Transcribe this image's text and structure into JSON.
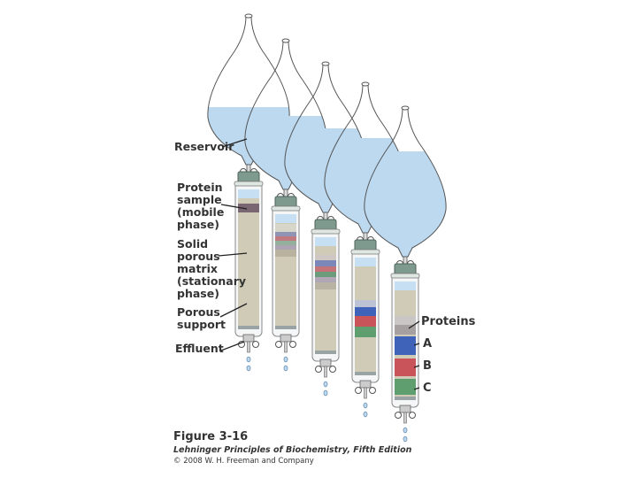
{
  "labels": {
    "reservoir": "Reservoir",
    "protein_sample": [
      "Protein",
      "sample",
      "(mobile",
      "phase)"
    ],
    "matrix": [
      "Solid",
      "porous",
      "matrix",
      "(stationary",
      "phase)"
    ],
    "porous_support": [
      "Porous",
      "support"
    ],
    "effluent": "Effluent",
    "proteins": "Proteins",
    "band_a": "A",
    "band_b": "B",
    "band_c": "C"
  },
  "caption": {
    "figure": "Figure 3-16",
    "book": "Lehninger Principles of Biochemistry, Fifth Edition",
    "copyright": "© 2008 W. H. Freeman and Company"
  },
  "colors": {
    "liquid": "#bcd9f0",
    "matrix": "#cfcbb6",
    "sample": "#7a6670",
    "band_blue": "#3f63b8",
    "band_red": "#c9545a",
    "band_green": "#5f9f6f",
    "cap": "#7e9a8e"
  }
}
